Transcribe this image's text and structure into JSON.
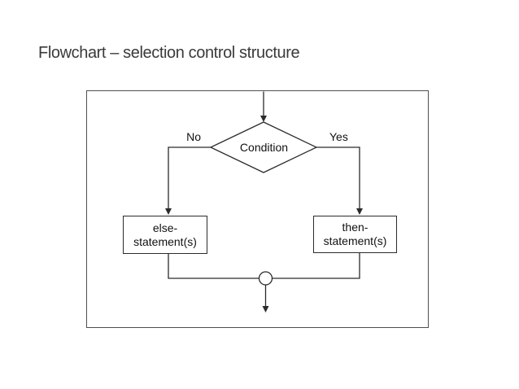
{
  "slide": {
    "title": "Flowchart – selection control structure"
  },
  "flowchart": {
    "condition": {
      "label": "Condition",
      "shape": "diamond"
    },
    "branches": {
      "no": {
        "label": "No"
      },
      "yes": {
        "label": "Yes"
      }
    },
    "else_box": {
      "line1": "else-",
      "line2": "statement(s)"
    },
    "then_box": {
      "line1": "then-",
      "line2": "statement(s)"
    },
    "junction": {
      "shape": "circle"
    }
  },
  "colors": {
    "background": "#ffffff",
    "title_text": "#3a3a3a",
    "diagram_line": "#2b2b2b",
    "frame_border": "#4f4f4f",
    "diagram_text": "#111111"
  }
}
